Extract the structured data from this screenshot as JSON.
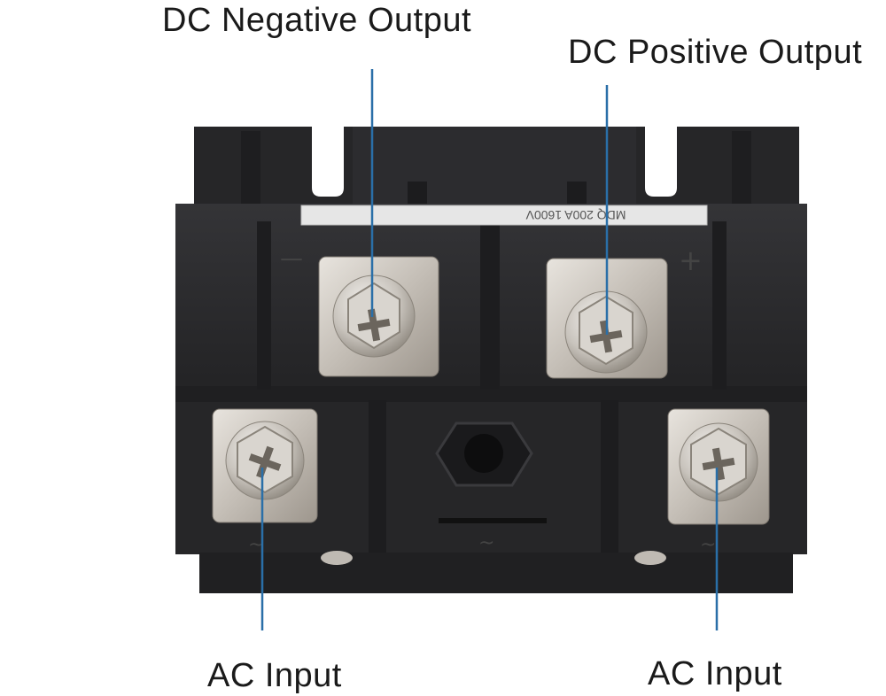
{
  "callouts": {
    "dc_negative": "DC Negative Output",
    "dc_positive": "DC Positive Output",
    "ac_input_left": "AC Input",
    "ac_input_right": "AC Input"
  },
  "module": {
    "label_text": "MDQ 200A 1600V",
    "polarity_minus": "—",
    "polarity_plus": "+",
    "ac_symbol": "~"
  },
  "colors": {
    "leader_line": "#2a6fa8",
    "housing": "#2b2b2e",
    "housing_dark": "#1c1c1e",
    "terminal": "#c9c3bb"
  },
  "icons": [
    "screw-terminal",
    "phillips-screw-icon",
    "mounting-hole"
  ]
}
